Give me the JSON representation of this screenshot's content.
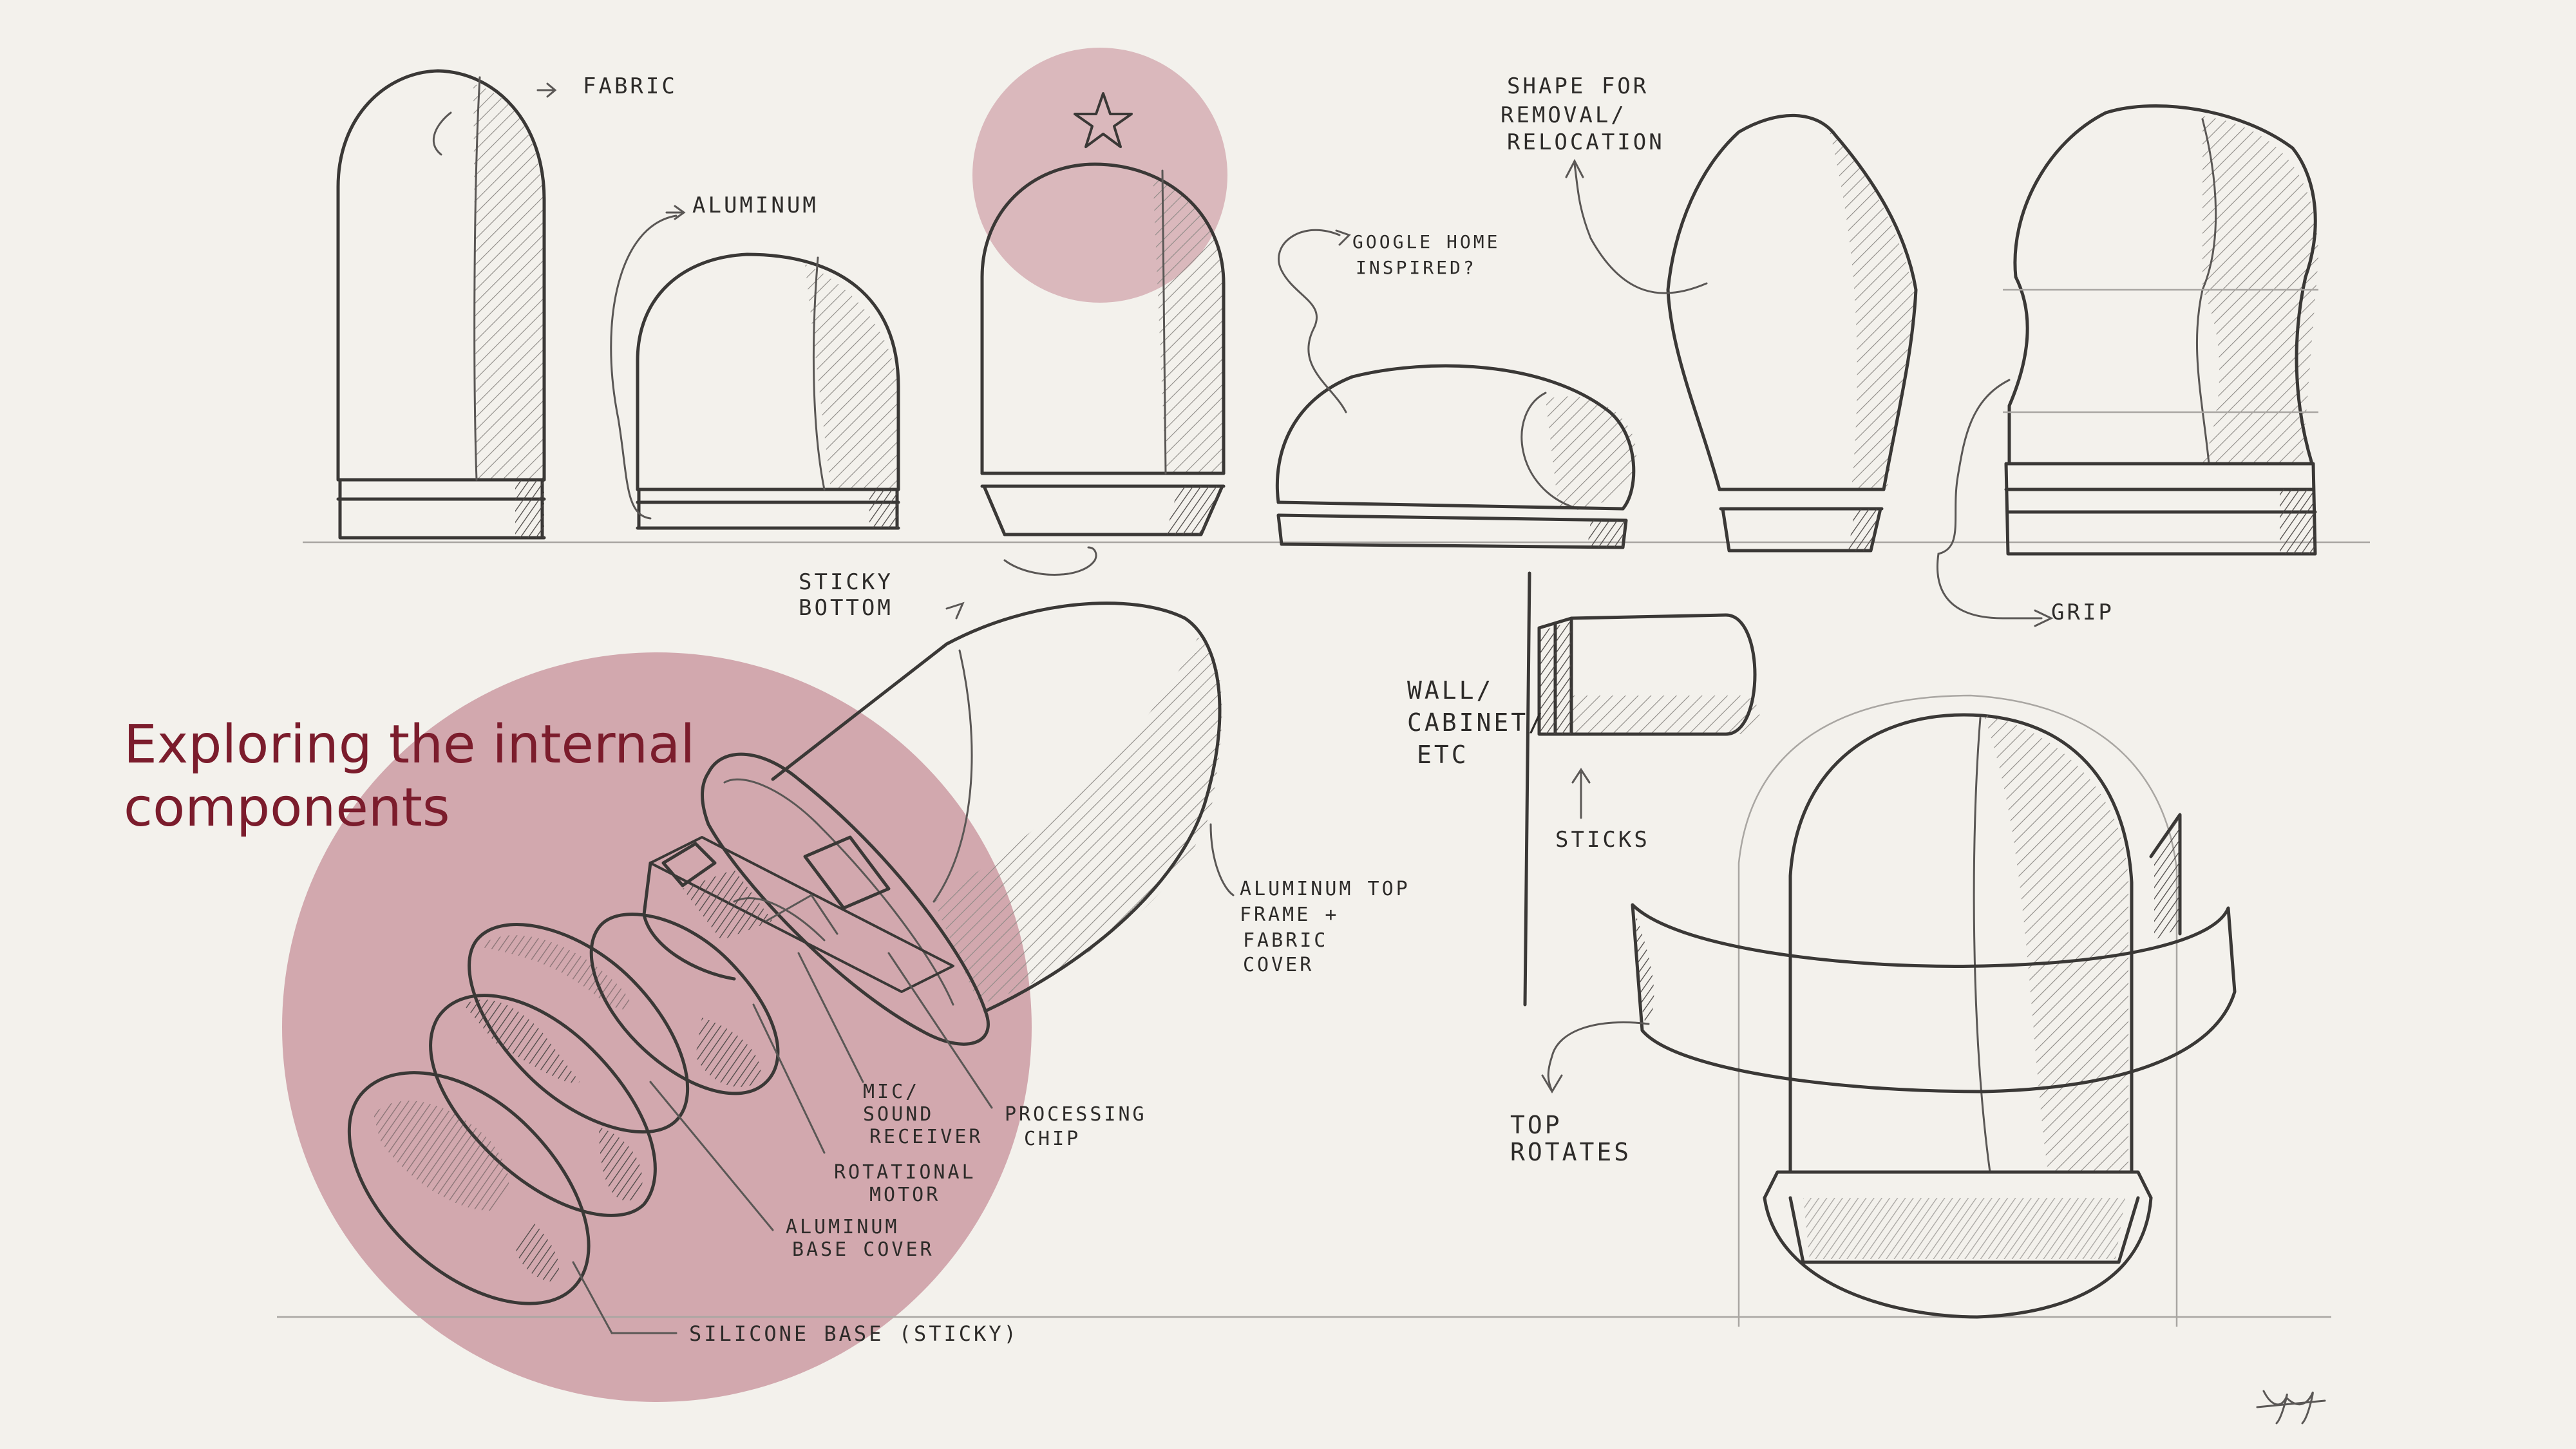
{
  "caption": {
    "line1": "Exploring the internal",
    "line2": "components"
  },
  "annotations": {
    "fabric": "FABRIC",
    "aluminum": "ALUMINUM",
    "google_home_1": "GOOGLE HOME",
    "google_home_2": "INSPIRED?",
    "shape_1": "SHAPE FOR",
    "shape_2": "REMOVAL/",
    "shape_3": "RELOCATION",
    "grip": "GRIP",
    "sticky_1": "STICKY",
    "sticky_2": "BOTTOM",
    "wall_1": "WALL/",
    "wall_2": "CABINET/",
    "wall_3": "ETC",
    "sticks": "STICKS",
    "top_frame_1": "ALUMINUM TOP",
    "top_frame_2": "FRAME +",
    "top_frame_3": "FABRIC",
    "top_frame_4": "COVER",
    "mic_1": "MIC/",
    "mic_2": "SOUND",
    "mic_3": "RECEIVER",
    "processing_1": "PROCESSING",
    "processing_2": "CHIP",
    "rotational_1": "ROTATIONAL",
    "rotational_2": "MOTOR",
    "base_cover_1": "ALUMINUM",
    "base_cover_2": "BASE COVER",
    "silicone": "SILICONE BASE (STICKY)",
    "top_rotates_1": "TOP",
    "top_rotates_2": "ROTATES"
  },
  "colors": {
    "background": "#f3f1ec",
    "highlight": "#a8475c",
    "caption": "#7b1c2c",
    "pencil": "#3a3836"
  },
  "icons": {
    "favorite": "star-icon",
    "signature": "signature-mark"
  }
}
